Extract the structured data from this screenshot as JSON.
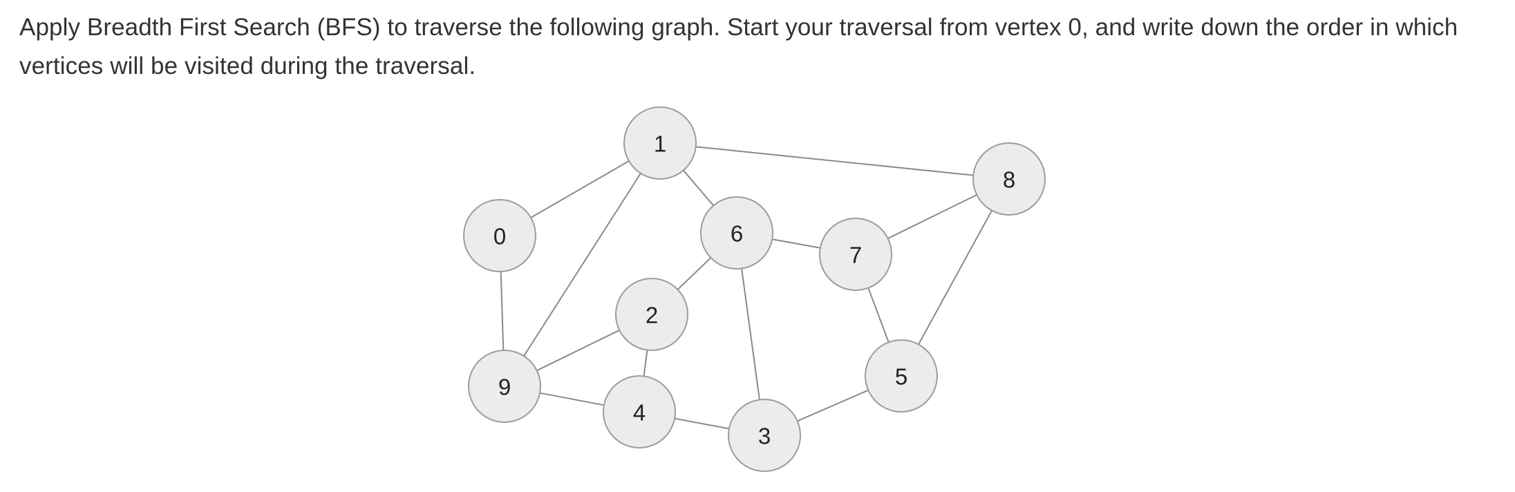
{
  "question": {
    "text": "Apply Breadth First Search (BFS) to traverse the following graph. Start your traversal from vertex 0, and write down the order in which vertices will be visited during the traversal."
  },
  "graph": {
    "nodes": [
      {
        "id": "0",
        "label": "0"
      },
      {
        "id": "1",
        "label": "1"
      },
      {
        "id": "2",
        "label": "2"
      },
      {
        "id": "3",
        "label": "3"
      },
      {
        "id": "4",
        "label": "4"
      },
      {
        "id": "5",
        "label": "5"
      },
      {
        "id": "6",
        "label": "6"
      },
      {
        "id": "7",
        "label": "7"
      },
      {
        "id": "8",
        "label": "8"
      },
      {
        "id": "9",
        "label": "9"
      }
    ],
    "edges": [
      [
        "0",
        "1"
      ],
      [
        "0",
        "9"
      ],
      [
        "1",
        "9"
      ],
      [
        "1",
        "6"
      ],
      [
        "1",
        "8"
      ],
      [
        "6",
        "2"
      ],
      [
        "6",
        "7"
      ],
      [
        "6",
        "3"
      ],
      [
        "2",
        "9"
      ],
      [
        "2",
        "4"
      ],
      [
        "9",
        "4"
      ],
      [
        "4",
        "3"
      ],
      [
        "3",
        "5"
      ],
      [
        "7",
        "5"
      ],
      [
        "7",
        "8"
      ],
      [
        "8",
        "5"
      ]
    ]
  }
}
